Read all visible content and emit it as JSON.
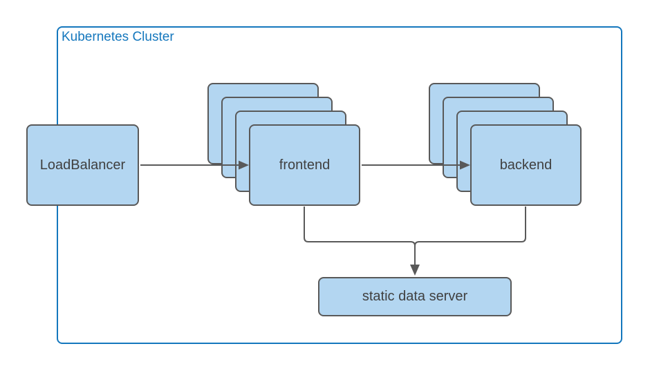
{
  "diagram": {
    "cluster": {
      "label": "Kubernetes Cluster"
    },
    "nodes": {
      "load_balancer": {
        "label": "LoadBalancer",
        "type": "single"
      },
      "frontend": {
        "label": "frontend",
        "type": "stack",
        "replicas": 4
      },
      "backend": {
        "label": "backend",
        "type": "stack",
        "replicas": 4
      },
      "static_data_server": {
        "label": "static data server",
        "type": "single"
      }
    },
    "edges": [
      {
        "from": "LoadBalancer",
        "to": "frontend",
        "arrow": true
      },
      {
        "from": "frontend",
        "to": "backend",
        "arrow": true
      },
      {
        "from": "frontend",
        "to": "static data server",
        "arrow": true,
        "merged": true
      },
      {
        "from": "backend",
        "to": "static data server",
        "arrow": true,
        "merged": true
      }
    ],
    "colors": {
      "cluster_border": "#1477bd",
      "cluster_label_text": "#1477bd",
      "node_fill": "#b3d6f1",
      "node_border": "#595959",
      "node_text": "#404040",
      "connector": "#595959",
      "background": "#ffffff"
    }
  }
}
